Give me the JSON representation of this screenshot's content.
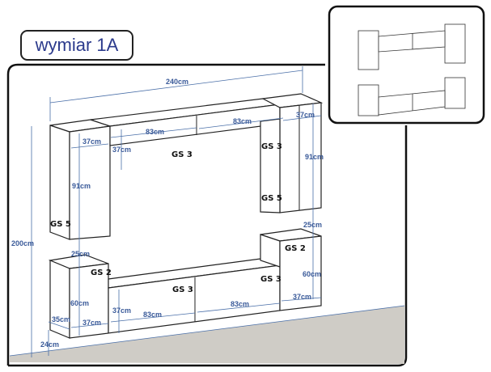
{
  "title": "wymiar 1A",
  "dimensions": {
    "total_width": "240cm",
    "total_height": "200cm",
    "top_left_depth": "37cm",
    "top_mid_left_width": "83cm",
    "top_mid_right_width": "83cm",
    "top_right_depth": "37cm",
    "top_mid_height": "37cm",
    "top_left_height": "91cm",
    "top_right_height": "91cm",
    "gap_right": "25cm",
    "gap_left": "25cm",
    "bottom_right_height": "60cm",
    "bottom_left_height": "60cm",
    "bottom_right_depth": "37cm",
    "bottom_mid_right_width": "83cm",
    "bottom_mid_left_width": "83cm",
    "bottom_mid_height": "37cm",
    "bottom_left_depth": "37cm",
    "bottom_side_depth": "35cm",
    "floor_gap": "24cm"
  },
  "modules": {
    "top_left": "GS 5",
    "top_mid_left": "GS 3",
    "top_mid_right": "GS 3",
    "top_right": "GS 5",
    "bottom_left": "GS 2",
    "bottom_mid_left": "GS 3",
    "bottom_mid_right": "GS 3",
    "bottom_right": "GS 2"
  }
}
